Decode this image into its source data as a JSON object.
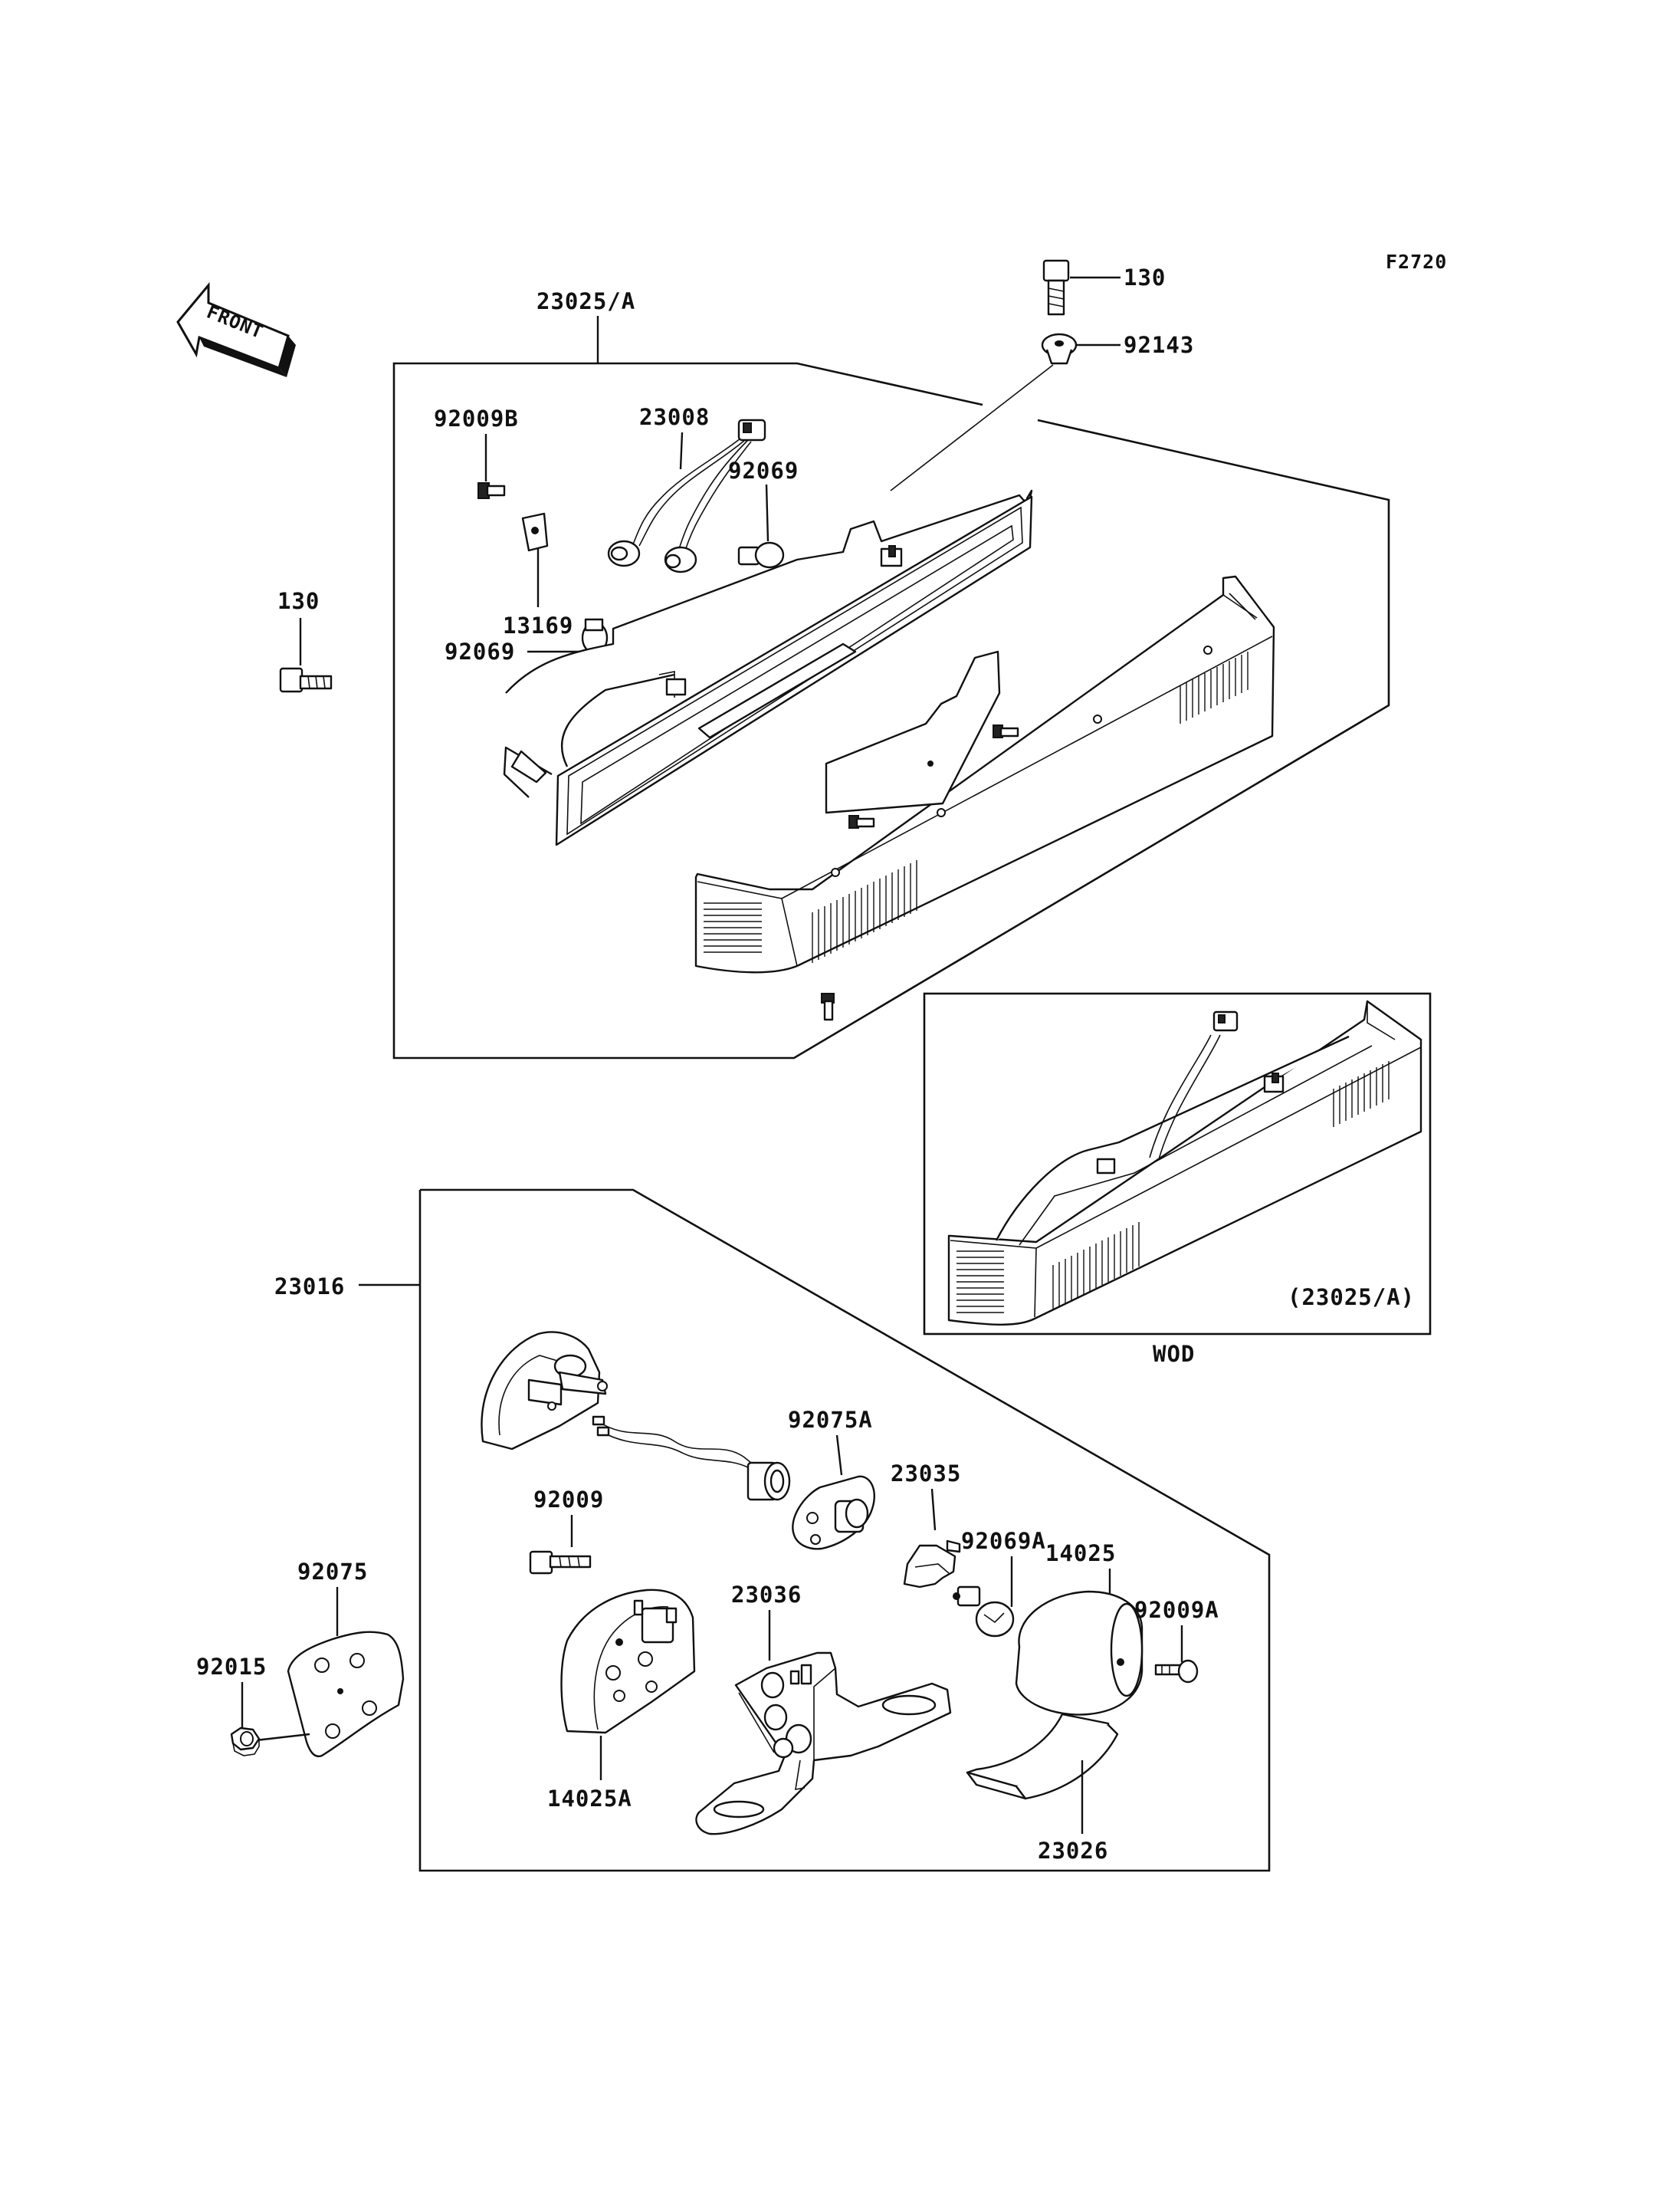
{
  "figure_code": "F2720",
  "front_label": "FRONT",
  "variant_caption": "WOD",
  "variant_ref": "(23025/A)",
  "callouts": {
    "c_23025A": "23025/A",
    "c_130_top": "130",
    "c_92143": "92143",
    "c_92009B": "92009B",
    "c_23008": "23008",
    "c_92069_top": "92069",
    "c_13169": "13169",
    "c_92069_left": "92069",
    "c_130_left": "130",
    "c_23016": "23016",
    "c_92075A": "92075A",
    "c_23035": "23035",
    "c_92009": "92009",
    "c_92069A": "92069A",
    "c_14025": "14025",
    "c_92009A": "92009A",
    "c_92075": "92075",
    "c_23036": "23036",
    "c_92015": "92015",
    "c_14025A": "14025A",
    "c_23026": "23026"
  }
}
